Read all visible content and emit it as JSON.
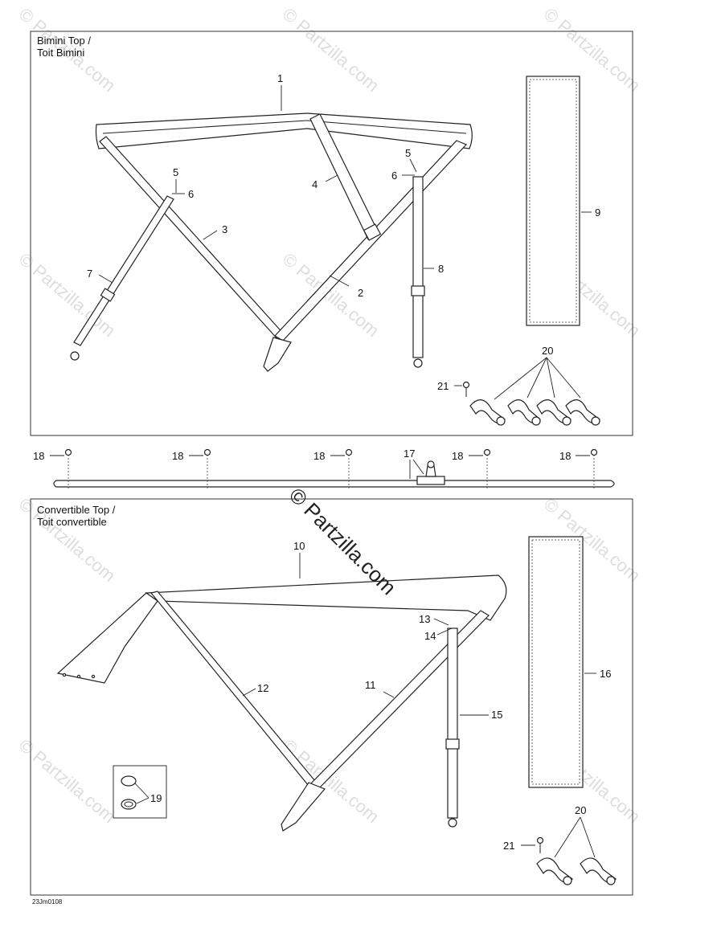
{
  "bimini_section": {
    "title_line1": "Bimini Top /",
    "title_line2": "Toit Bimini"
  },
  "convertible_section": {
    "title_line1": "Convertible Top /",
    "title_line2": "Toit convertible"
  },
  "callouts": {
    "c1": "1",
    "c2": "2",
    "c3": "3",
    "c4": "4",
    "c5a": "5",
    "c5b": "5",
    "c6a": "6",
    "c6b": "6",
    "c7": "7",
    "c8": "8",
    "c9": "9",
    "c10": "10",
    "c11": "11",
    "c12": "12",
    "c13": "13",
    "c14": "14",
    "c15": "15",
    "c16": "16",
    "c17": "17",
    "c18a": "18",
    "c18b": "18",
    "c18c": "18",
    "c18d": "18",
    "c18e": "18",
    "c19": "19",
    "c20a": "20",
    "c20b": "20",
    "c21a": "21",
    "c21b": "21"
  },
  "watermark": {
    "text": "© Partzilla.com"
  },
  "drawing_code": "23Jm0108"
}
